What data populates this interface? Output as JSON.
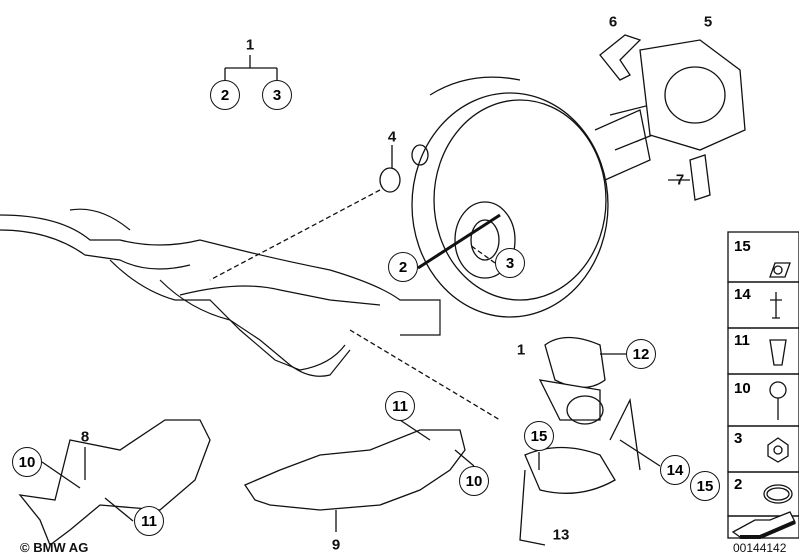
{
  "callouts": {
    "top_group": {
      "parent": "1",
      "a": "2",
      "b": "3"
    },
    "c4": "4",
    "c5": "5",
    "c6": "6",
    "c7": "7",
    "c2": "2",
    "c3": "3",
    "c1": "1",
    "c12": "12",
    "c8": "8",
    "c10a": "10",
    "c11a": "11",
    "c11b": "11",
    "c10b": "10",
    "c9": "9",
    "c15a": "15",
    "c14": "14",
    "c15b": "15",
    "c13": "13"
  },
  "side_parts": [
    "15",
    "14",
    "11",
    "10",
    "3",
    "2"
  ],
  "diagram_code": "00144142",
  "copyright": "© BMW AG"
}
